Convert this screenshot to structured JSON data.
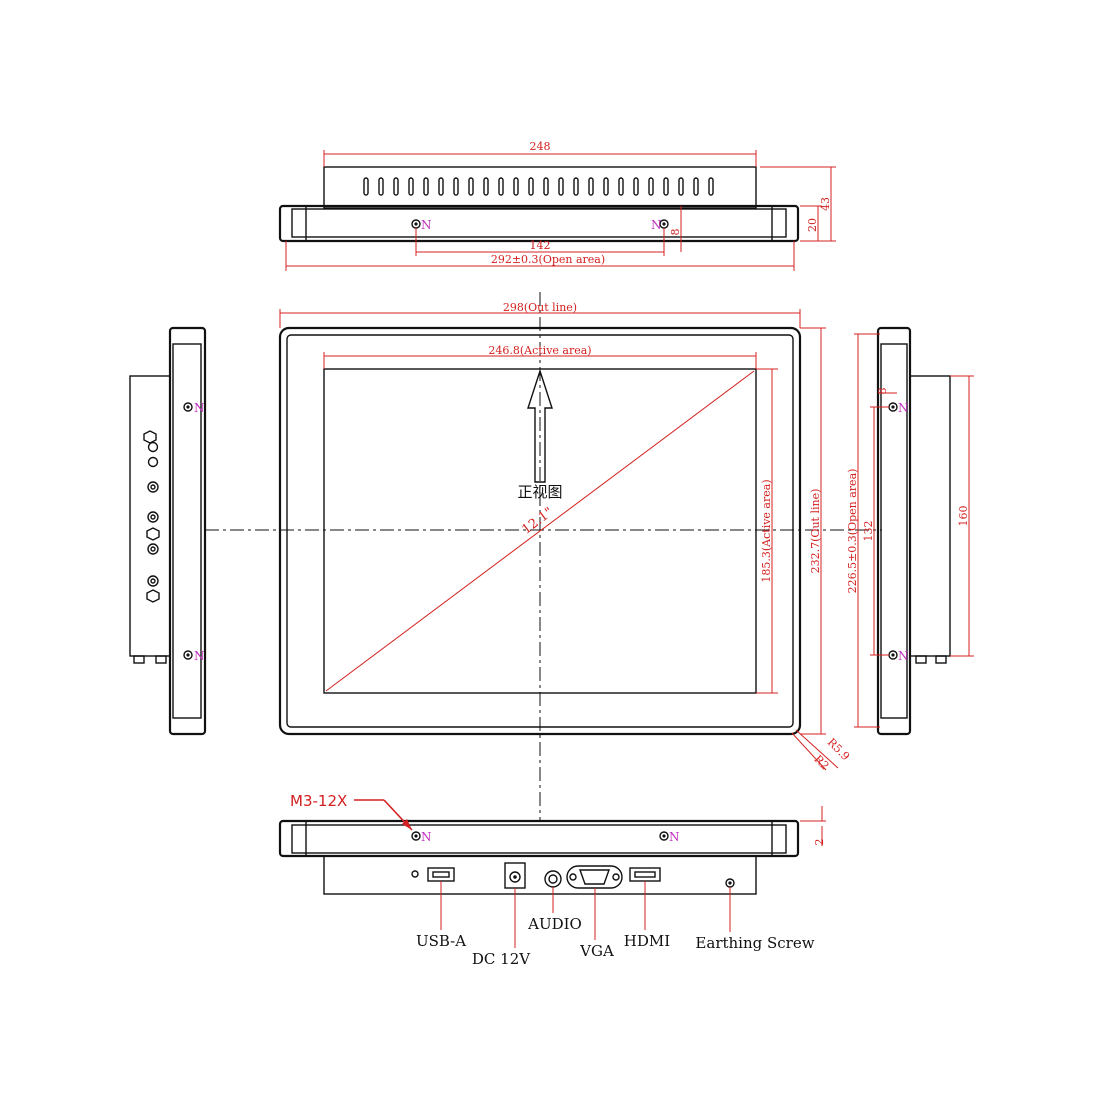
{
  "top_view": {
    "dims": {
      "body_width": "248",
      "depth_total": "43",
      "bezel_depth": "20",
      "hole_offset": "8",
      "hole_spacing": "142",
      "open_area": "292±0.3(Open area)"
    },
    "mark": "N"
  },
  "front_view": {
    "caption": "正视图",
    "diagonal": "12.1\"",
    "dims": {
      "outline_width": "298(Out line)",
      "active_width": "246.8(Active area)",
      "active_height": "185.3(Active area)",
      "outline_height": "232.7(Out line)",
      "radius_outer": "R5.9",
      "radius_inner": "R2"
    }
  },
  "right_view": {
    "dims": {
      "open_height": "226.5±0.3(Open area)",
      "hole_spacing": "132",
      "body_height": "160",
      "hole_offset": "8"
    }
  },
  "bottom_view": {
    "screw_spec": "M3-12X",
    "dim_small": "2",
    "ports": {
      "usb": "USB-A",
      "dc": "DC 12V",
      "audio": "AUDIO",
      "vga": "VGA",
      "hdmi": "HDMI",
      "earth": "Earthing Screw"
    }
  },
  "colors": {
    "line": "#111111",
    "dimension": "#d42020",
    "mark": "#c030c0"
  }
}
